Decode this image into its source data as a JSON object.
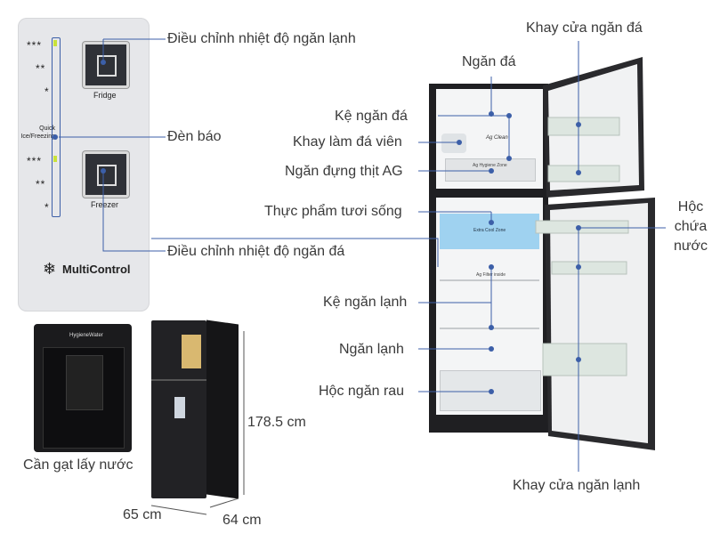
{
  "panel": {
    "fridge_label": "Fridge",
    "freezer_label": "Freezer",
    "quick_label": "Quick Ice/Freezing",
    "brand_text": "MultiControl",
    "fridge_levels": [
      "***",
      "**",
      "*"
    ],
    "freezer_levels": [
      "***",
      "**",
      "*"
    ]
  },
  "water_unit": {
    "title": "HygieneWater"
  },
  "labels": {
    "fridge_temp": "Điều chỉnh nhiệt độ ngăn lạnh",
    "indicator": "Đèn báo",
    "freezer_temp": "Điều chỉnh nhiệt độ ngăn đá",
    "water_lever": "Cần gạt lấy nước",
    "freezer_door_tray": "Khay cửa ngăn đá",
    "freezer": "Ngăn đá",
    "freezer_shelf": "Kệ ngăn đá",
    "ice_tray": "Khay làm đá viên",
    "meat_ag": "Ngăn đựng thịt AG",
    "fresh_food": "Thực phẩm tươi sống",
    "water_box": "Hộc chứa nước",
    "fridge_shelf": "Kệ ngăn lạnh",
    "fridge": "Ngăn lạnh",
    "veg_drawer": "Hộc ngăn rau",
    "fridge_door_tray": "Khay cửa ngăn lạnh"
  },
  "inner_text": {
    "ag_clean": "Ag Clean",
    "hygiene_zone": "Ag Hygiene Zone",
    "extra_cool": "Extra Cool Zone",
    "ag_filter": "Ag Filter inside"
  },
  "dimensions": {
    "height": "178.5 cm",
    "width": "65 cm",
    "depth": "64 cm"
  },
  "colors": {
    "cabinet": "#2a2a2c",
    "line": "#3c5fa8",
    "accent_blue": "#9fd2f0"
  }
}
